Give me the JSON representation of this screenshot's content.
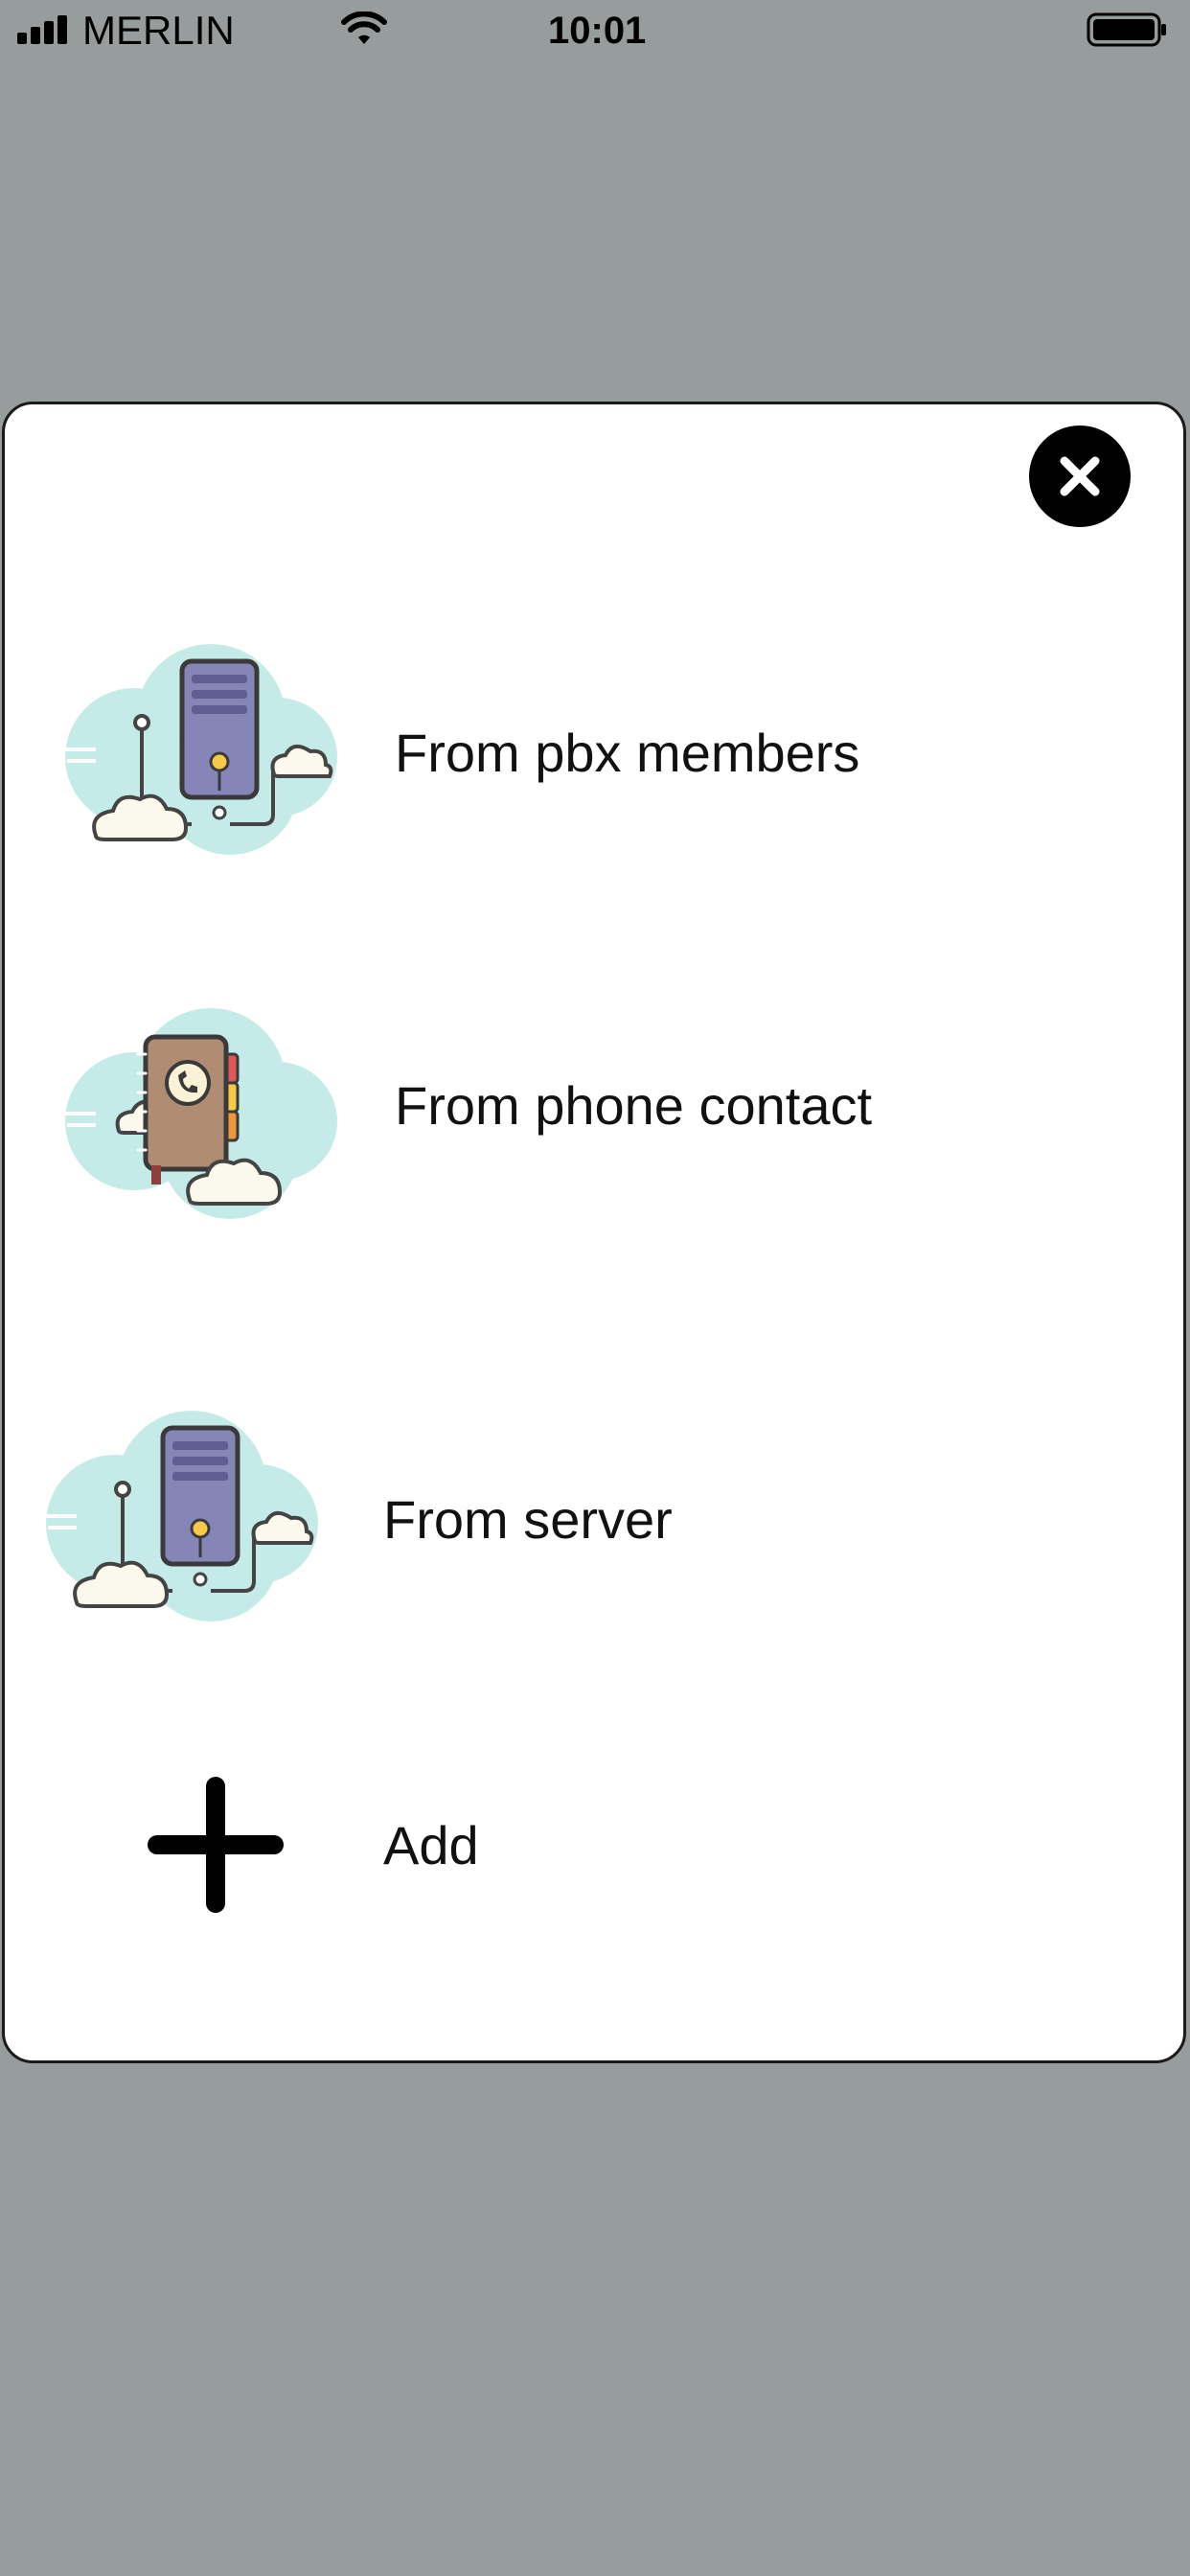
{
  "status_bar": {
    "carrier": "MERLIN",
    "time": "10:01"
  },
  "sheet": {
    "close_icon": "close-icon",
    "options": [
      {
        "label": "From pbx members",
        "icon": "server-cloud-icon"
      },
      {
        "label": "From phone contact",
        "icon": "phonebook-cloud-icon"
      },
      {
        "label": "From server",
        "icon": "server-cloud-icon"
      },
      {
        "label": "Add",
        "icon": "plus-icon"
      }
    ]
  },
  "colors": {
    "backdrop": "#979c9c",
    "sheet": "#ffffff",
    "cloud": "#c5ebe8",
    "server": "#8585b8",
    "notebook": "#b08c72"
  }
}
